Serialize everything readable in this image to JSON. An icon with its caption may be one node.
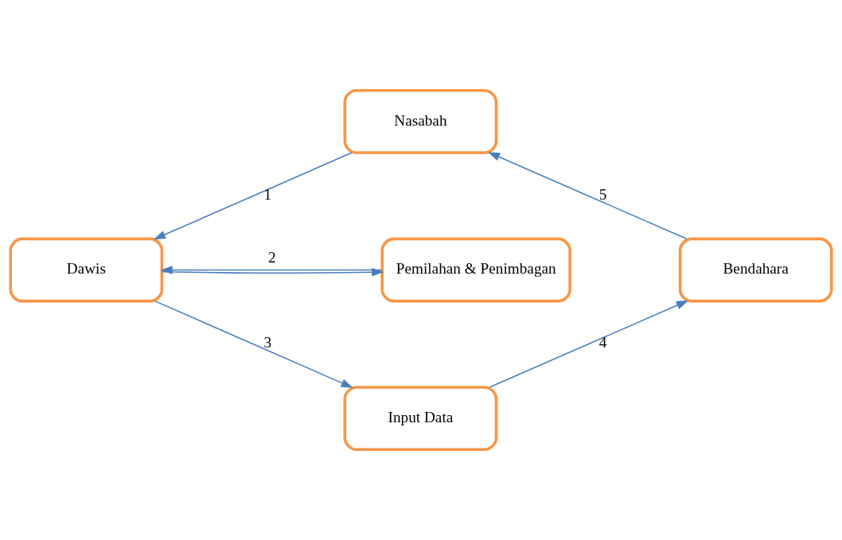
{
  "diagram": {
    "nodes": [
      {
        "text": [
          "Nasabah"
        ]
      },
      {
        "text": [
          "Bendahara"
        ]
      },
      {
        "text": [
          "Pemilahan & Penimbagan"
        ]
      },
      {
        "text": [
          "Dawis"
        ]
      },
      {
        "text": [
          "Input Data"
        ]
      }
    ],
    "edges": [
      {
        "from": 0,
        "to": 3,
        "arrow": "to",
        "label": "1"
      },
      {
        "from": 3,
        "to": 2,
        "arrow": "to"
      },
      {
        "from": 2,
        "to": 3,
        "arrow": "to",
        "label": "2"
      },
      {
        "from": 3,
        "to": 4,
        "arrow": "to",
        "label": "3"
      },
      {
        "from": 4,
        "to": 1,
        "arrow": "to",
        "label": "4"
      },
      {
        "from": 1,
        "to": 0,
        "arrow": "to",
        "label": "5"
      }
    ]
  }
}
